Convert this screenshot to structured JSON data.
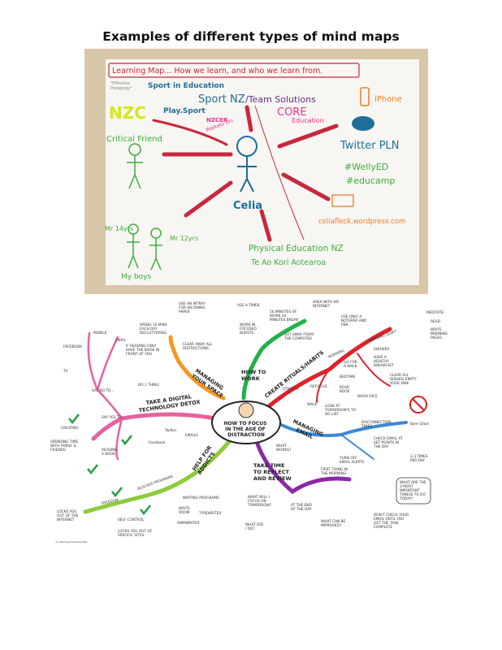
{
  "page": {
    "title": "Examples of different types of mind maps"
  },
  "map1": {
    "heading": "Learning Map... How we learn, and who we learn from.",
    "center": "Celia",
    "nodes": {
      "effective": "\"Effective Pedagogy\"",
      "sport_in_education": "Sport in Education",
      "sport_nz": "Sport NZ",
      "team_solutions": "/Team Solutions",
      "nzc": "NZC",
      "play_sport": "Play.Sport",
      "nzcer": "NZCER",
      "waikato": "Waikato Uni",
      "core": "CORE",
      "core_education": "Education",
      "iphone": "iPhone",
      "twitter": "Twitter PLN",
      "critical_friend": "Critical Friend",
      "welly": "#WellyED",
      "educamp": "#educamp",
      "blog": "celiafleck.wordpress.com",
      "mr14": "Mr 14yrs",
      "mr12": "Mr 12yrs",
      "boys": "My boys",
      "pe_nz": "Physical Education NZ",
      "te_ao": "Te Ao Kori Aotearoa"
    },
    "colors": {
      "arrow": "#c8283c",
      "blue": "#1e6e9a",
      "green": "#3cae3a",
      "orange": "#f07a24",
      "pink": "#f0328c",
      "purple": "#6a2a8c",
      "lime": "#d4e81c"
    }
  },
  "map2": {
    "center": [
      "HOW TO FOCUS",
      "IN THE AGE OF",
      "DISTRACTION"
    ],
    "branches": {
      "detox": [
        "TAKE A DIGITAL",
        "TECHNOLOGY DETOX"
      ],
      "space": [
        "MANAGING",
        "YOUR SPACE"
      ],
      "work": [
        "HOW TO",
        "WORK"
      ],
      "rituals": "CREATE RITUALS/HABITS",
      "email": [
        "MANAGING",
        "EMAIL"
      ],
      "reflect": [
        "TAKE TIME",
        "TO REFLECT",
        "AND REVIEW"
      ],
      "addicts": [
        "HELP FOR",
        "ADDICTS"
      ]
    },
    "leaves": {
      "say_no": "SAY NO TO...",
      "facebook": "FACEBOOK",
      "mobile": "MOBILE",
      "email": "EMAIL",
      "tv": "TV",
      "say_yes": "SAY YES TO...",
      "creating": "CREATING",
      "spending": "SPENDING TIME WITH FAMILY & FRIENDS",
      "reading": "READING A BOOK",
      "intray": "USE AN INTRAY FOR INCOMING PAPER",
      "declutter": "SPEND 10 MINS EACH DAY DECLUTTERING",
      "clear": "CLEAR AWAY ALL DISTRACTIONS",
      "reading_only": "IF READING ONLY HAVE THE BOOK IN FRONT OF YOU",
      "one_thing": "DO 1 THING",
      "timer": "USE A TIMER",
      "focused": "WORK IN FOCUSED BURSTS",
      "fifty": "50 MINUTES OF WORK 10 MINUTES BREAK",
      "internet": "AREA WITH NO INTERNET",
      "notepad": "USE ONLY A NOTEPAD AND PEN",
      "away": "GET AWAY FROM THE COMPUTER",
      "morning": "MORNING",
      "quiet": "MORNING QUIET",
      "meditate": "MEDITATE",
      "read": "READ",
      "write": "WRITE MORNING PAGES",
      "shower": "SHOWER",
      "breakfast": "HAVE A HEALTHY BREAKFAST",
      "walk_go": "GO FOR A WALK",
      "bedtime": "BEDTIME",
      "clear_all": "CLEAR ALL DISHES/ EMPTY YOUR SINK",
      "stretch": "STRETCH",
      "refocus": "REFOCUS",
      "read_book": "READ BOOK",
      "wash": "WASH FACE",
      "walk": "WALK",
      "todo": "LOOK AT TOMORROW'S TO DO LIST",
      "disconnect": "DISCONNECTION TIMES",
      "hours": "8am-10am",
      "check": "CHECK EMAIL AT SET POINTS IN THE DAY",
      "times": "2-3 TIMES PER DAY",
      "alerts": "TURN OFF EMAIL ALERTS",
      "works": "WHAT WORKS?",
      "first": "FIRST THING IN THE MORNING",
      "three": "WHAT ARE THE 3 MOST IMPORTANT THINGS TO DO TODAY?",
      "dont": "DON'T CHECK YOUR EMAIL UNTIL YOU GET THE TASK COMPLETE",
      "end": "AT THE END OF THE DAY",
      "focus_tomorrow": "WHAT WILL I FOCUS ON TOMORROW?",
      "did": "WHAT DID I DO?",
      "improved": "WHAT CAN BE IMPROVED?",
      "blocker": "BLOCKER PROGRAMS",
      "freedom": "FREEDOM",
      "locks": "LOCKS YOU OUT OF THE INTERNET",
      "self_control": "SELF CONTROL",
      "locks_sites": "LOCKS YOU OUT OF SPECIFIC SITES",
      "writing": "WRITING PROGRAMS",
      "writeroom": "WRITE ROOM",
      "typewriter": "TYPEWRITER",
      "ommwriter": "OMMWRITER",
      "twitter": "Twitter",
      "emails": "EMAILS",
      "facebook2": "Facebook",
      "credit": "© Learning Fundamentals"
    },
    "colors": {
      "pink": "#e8609e",
      "orange": "#f09a24",
      "green": "#22b04a",
      "red": "#e0202a",
      "blue": "#3a8ad0",
      "purple": "#8a2aa8",
      "lime": "#8ccc3a"
    }
  }
}
